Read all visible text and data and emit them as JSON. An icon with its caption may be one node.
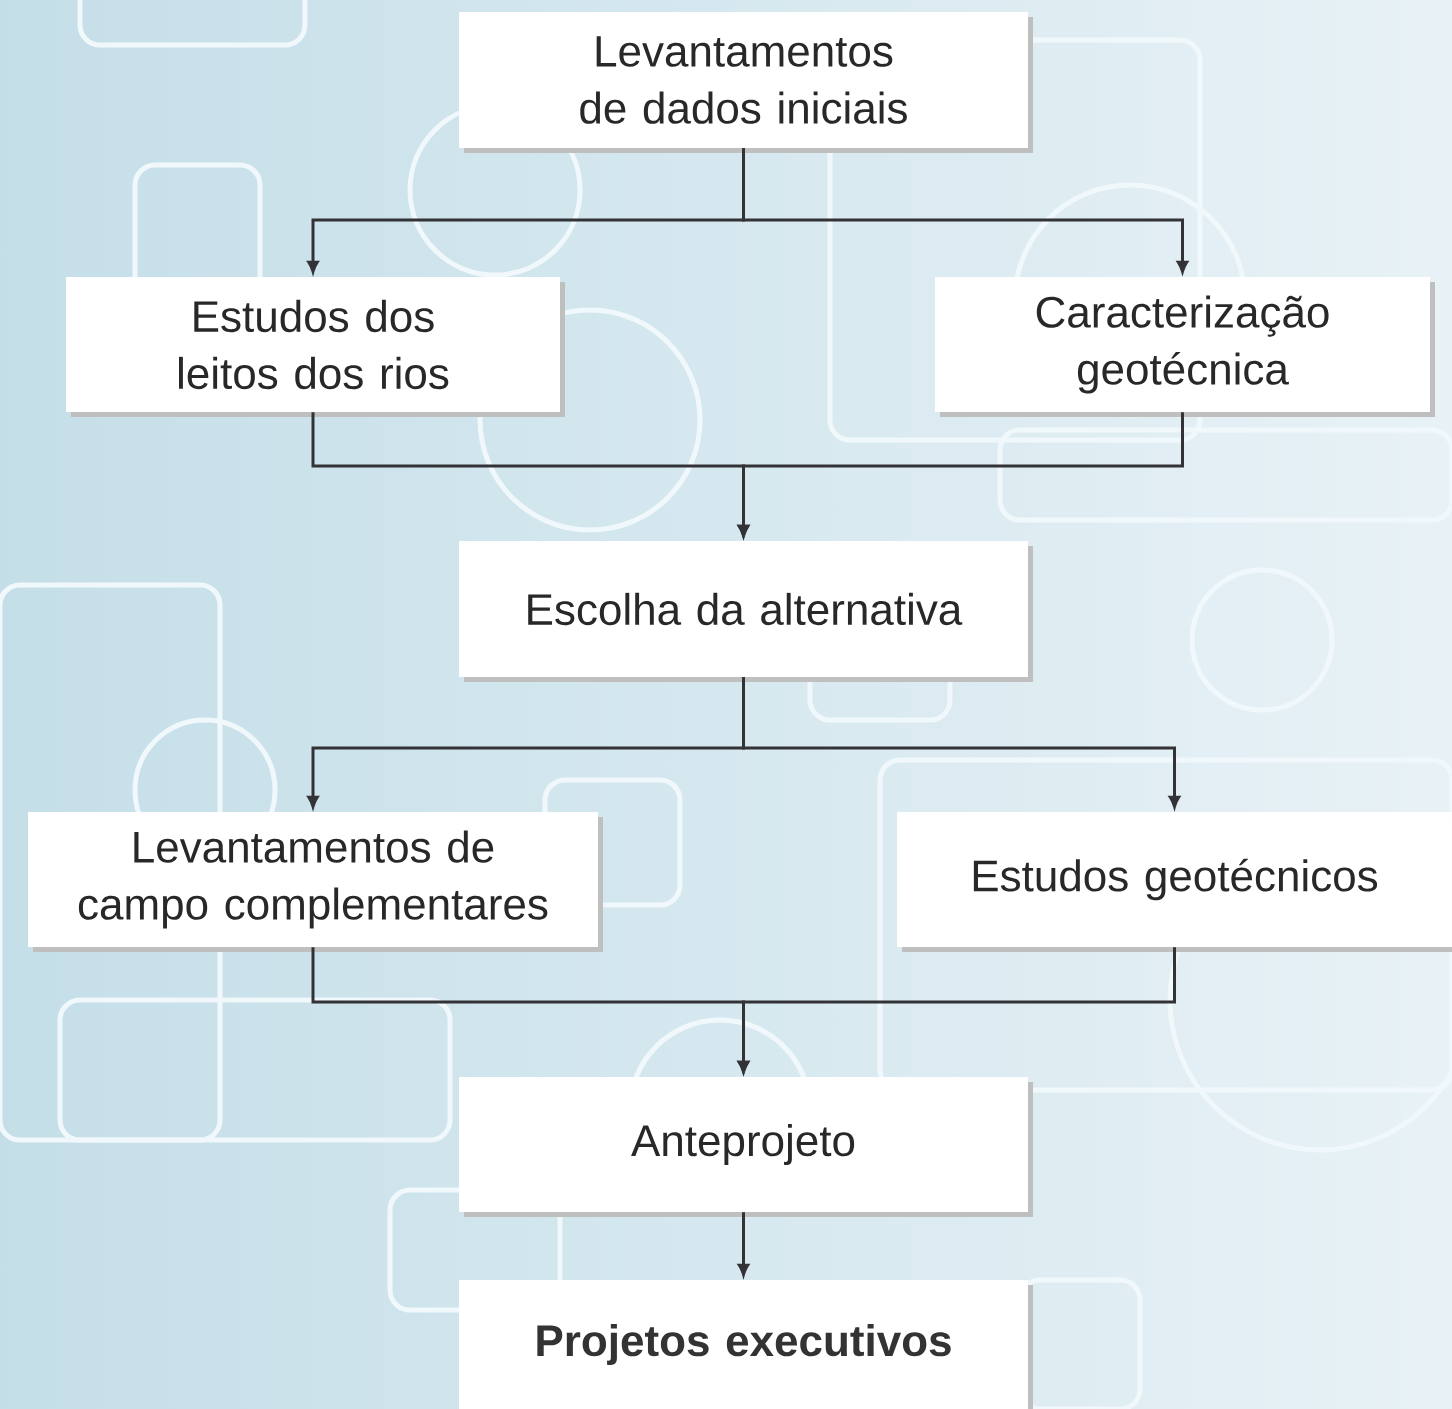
{
  "diagram": {
    "nodes": [
      {
        "text": [
          "Levantamentos de dados iniciais"
        ]
      },
      {
        "text": [
          "Estudos dos leitos dos rios"
        ]
      },
      {
        "text": [
          "Caracterização geotécnica"
        ]
      },
      {
        "text": [
          "Escolha da alternativa"
        ]
      },
      {
        "text": [
          "Levantamentos de campo complementares"
        ]
      },
      {
        "text": [
          "Estudos geotécnicos"
        ]
      },
      {
        "text": [
          "Anteprojeto"
        ]
      },
      {
        "text": [
          "Projetos executivos"
        ]
      }
    ],
    "edges": [
      {
        "from": 0,
        "to": 1,
        "arrow": "to"
      },
      {
        "from": 0,
        "to": 2,
        "arrow": "to"
      },
      {
        "from": 1,
        "to": 3,
        "arrow": "to"
      },
      {
        "from": 2,
        "to": 3,
        "arrow": "to"
      },
      {
        "from": 3,
        "to": 4,
        "arrow": "to"
      },
      {
        "from": 3,
        "to": 5,
        "arrow": "to"
      },
      {
        "from": 4,
        "to": 6,
        "arrow": "to"
      },
      {
        "from": 5,
        "to": 6,
        "arrow": "to"
      },
      {
        "from": 6,
        "to": 7,
        "arrow": "to"
      }
    ]
  }
}
